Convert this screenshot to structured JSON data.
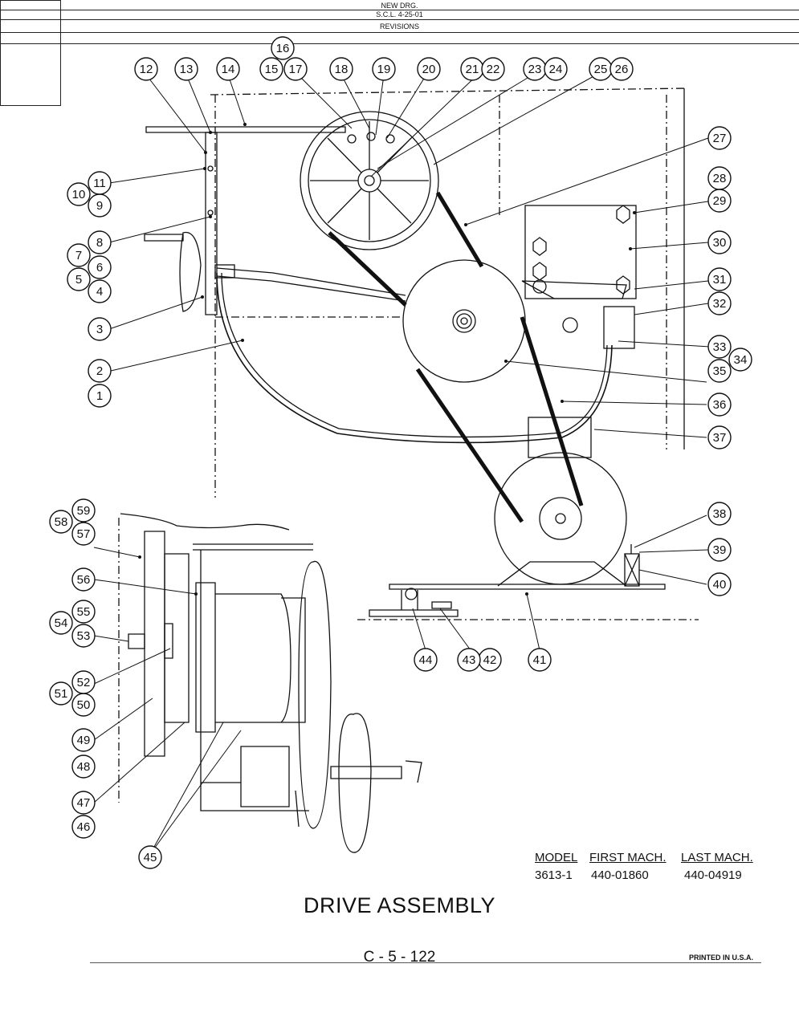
{
  "revision_box": {
    "line1": "NEW DRG.",
    "line2": "S.C.L. 4-25-01",
    "line3": "REVISIONS"
  },
  "callouts": [
    "1",
    "2",
    "3",
    "4",
    "5",
    "6",
    "7",
    "8",
    "9",
    "10",
    "11",
    "12",
    "13",
    "14",
    "15",
    "16",
    "17",
    "18",
    "19",
    "20",
    "21",
    "22",
    "23",
    "24",
    "25",
    "26",
    "27",
    "28",
    "29",
    "30",
    "31",
    "32",
    "33",
    "34",
    "35",
    "36",
    "37",
    "38",
    "39",
    "40",
    "41",
    "42",
    "43",
    "44",
    "45",
    "46",
    "47",
    "48",
    "49",
    "50",
    "51",
    "52",
    "53",
    "54",
    "55",
    "56",
    "57",
    "58",
    "59"
  ],
  "model_table": {
    "headers": [
      "MODEL",
      "FIRST MACH.",
      "LAST MACH."
    ],
    "row": [
      "3613-1",
      "440-01860",
      "440-04919"
    ]
  },
  "title": "DRIVE ASSEMBLY",
  "page_number": "C - 5 - 122",
  "printed": "PRINTED IN U.S.A."
}
